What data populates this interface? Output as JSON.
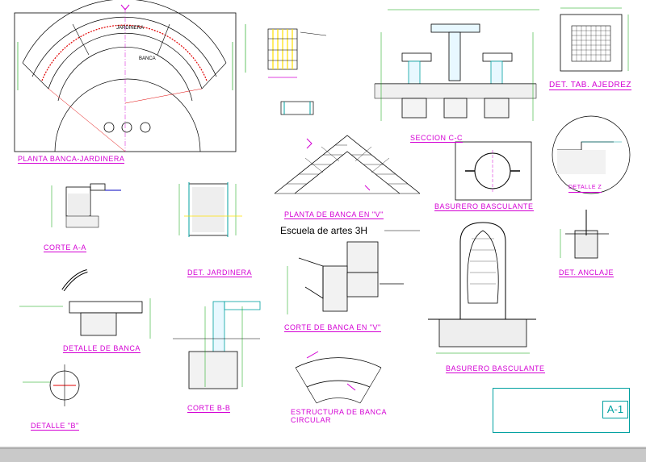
{
  "titles": {
    "planta_banca": "PLANTA BANCA-JARDINERA",
    "seccion_cc": "SECCION C-C",
    "det_tab": "DET. TAB. AJEDREZ",
    "detalle_z": "DETALLE Z",
    "planta_v": "PLANTA DE BANCA EN \"V\"",
    "basurero_basc_top": "BASURERO BASCULANTE",
    "corte_aa": "CORTE A-A",
    "det_jardinera": "DET. JARDINERA",
    "corte_banca_v": "CORTE DE BANCA EN \"V\"",
    "det_anclaje": "DET. ANCLAJE",
    "detalle_banca": "DETALLE DE BANCA",
    "basurero_basc_bottom": "BASURERO BASCULANTE",
    "detalle_b": "DETALLE \"B\"",
    "corte_bb": "CORTE B-B",
    "estructura": "ESTRUCTURA DE BANCA CIRCULAR"
  },
  "watermark": "Escuela de artes 3H",
  "plan_labels": {
    "jardinera": "JARDINERA",
    "banca": "BANCA"
  },
  "sheet_number": "A-1",
  "colors": {
    "magenta": "#d400d4",
    "cyan": "#00a0a0",
    "yellow": "#ffe000",
    "red": "#e00000",
    "green": "#00a000",
    "blue": "#0000c0"
  }
}
